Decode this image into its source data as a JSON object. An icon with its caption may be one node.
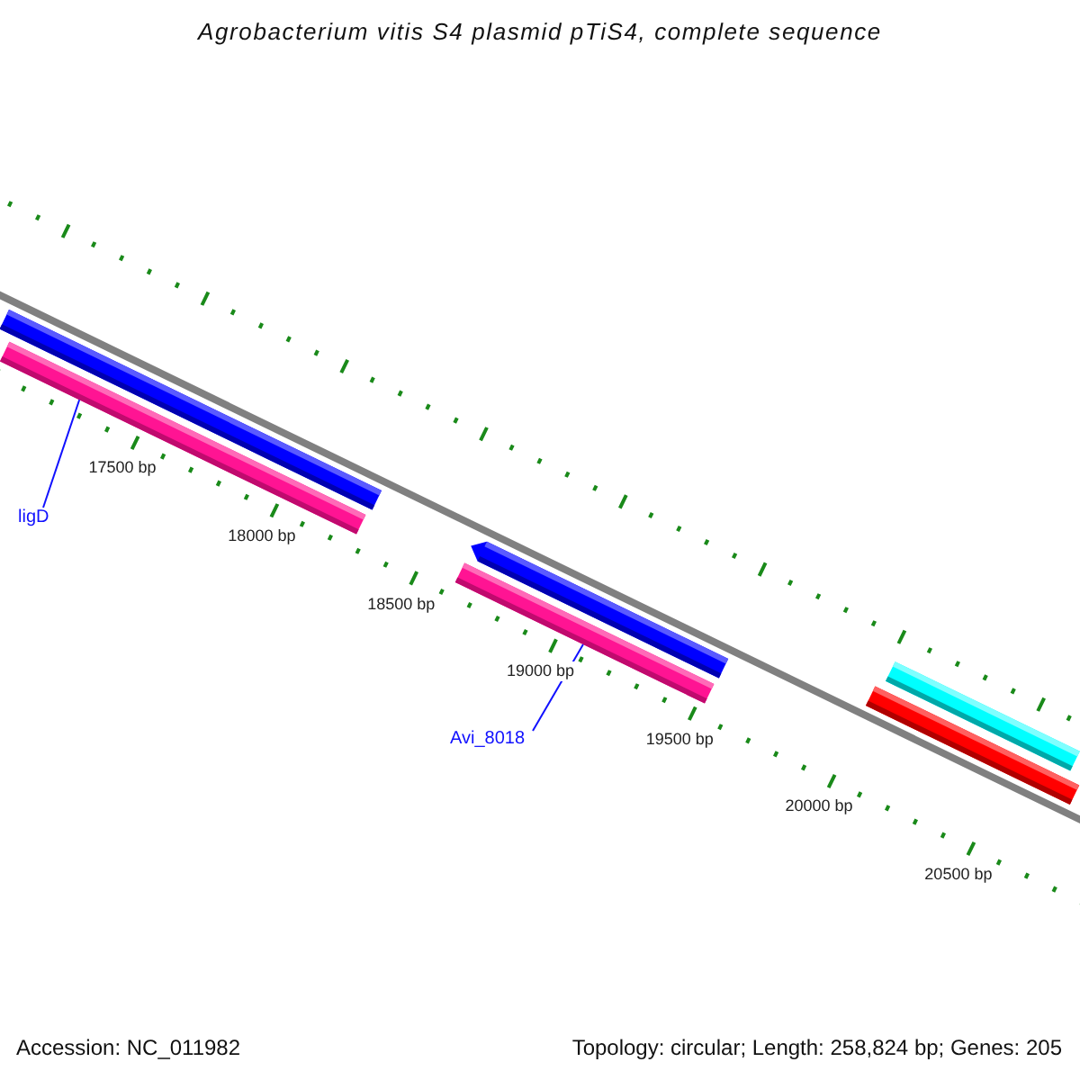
{
  "diagram": {
    "title": "Agrobacterium vitis S4 plasmid pTiS4, complete sequence",
    "nodes": [
      {
        "text": [],
        "shape": "bar"
      },
      {
        "text": [],
        "shape": "bar"
      },
      {
        "text": [
          "ligD"
        ]
      },
      {
        "text": [],
        "shape": "bar"
      },
      {
        "text": [],
        "shape": "bar"
      },
      {
        "text": [
          "Avi_8018"
        ]
      },
      {
        "text": [],
        "shape": "bar"
      },
      {
        "text": [],
        "shape": "bar"
      }
    ],
    "edges": [
      {
        "from": 2,
        "to": 1,
        "arrow": "none"
      },
      {
        "from": 5,
        "to": 4,
        "arrow": "none"
      }
    ],
    "labels": [
      "17500 bp",
      "18000 bp",
      "18500 bp",
      "19000 bp",
      "19500 bp",
      "20000 bp",
      "20500 bp",
      "Accession: NC_011982",
      "Topology: circular; Length: 258,824 bp; Genes: 205"
    ]
  }
}
